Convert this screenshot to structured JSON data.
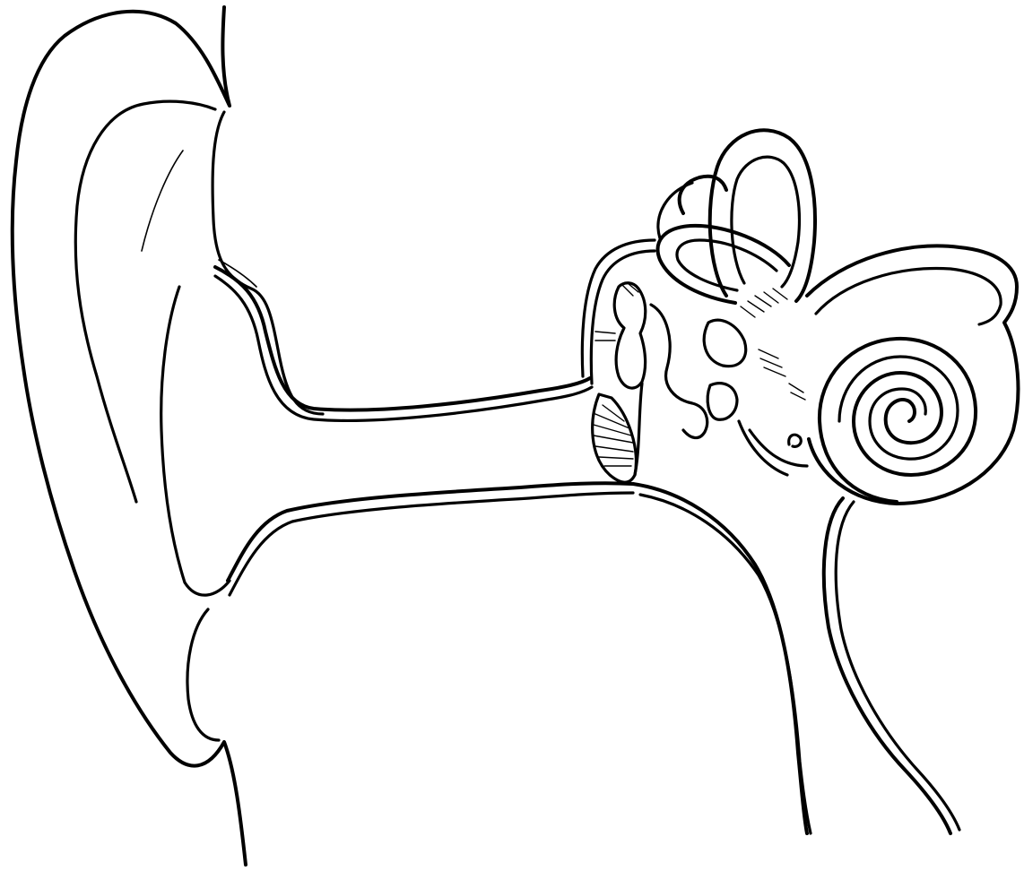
{
  "diagram": {
    "kind": "ear anatomy line drawing",
    "labels": [],
    "colors": {
      "ink": "#000000",
      "background": "#ffffff"
    },
    "parts": [
      "outer-ear-pinna",
      "ear-canal",
      "eardrum",
      "ossicles",
      "semicircular-canals",
      "cochlea",
      "auditory-tube"
    ]
  }
}
